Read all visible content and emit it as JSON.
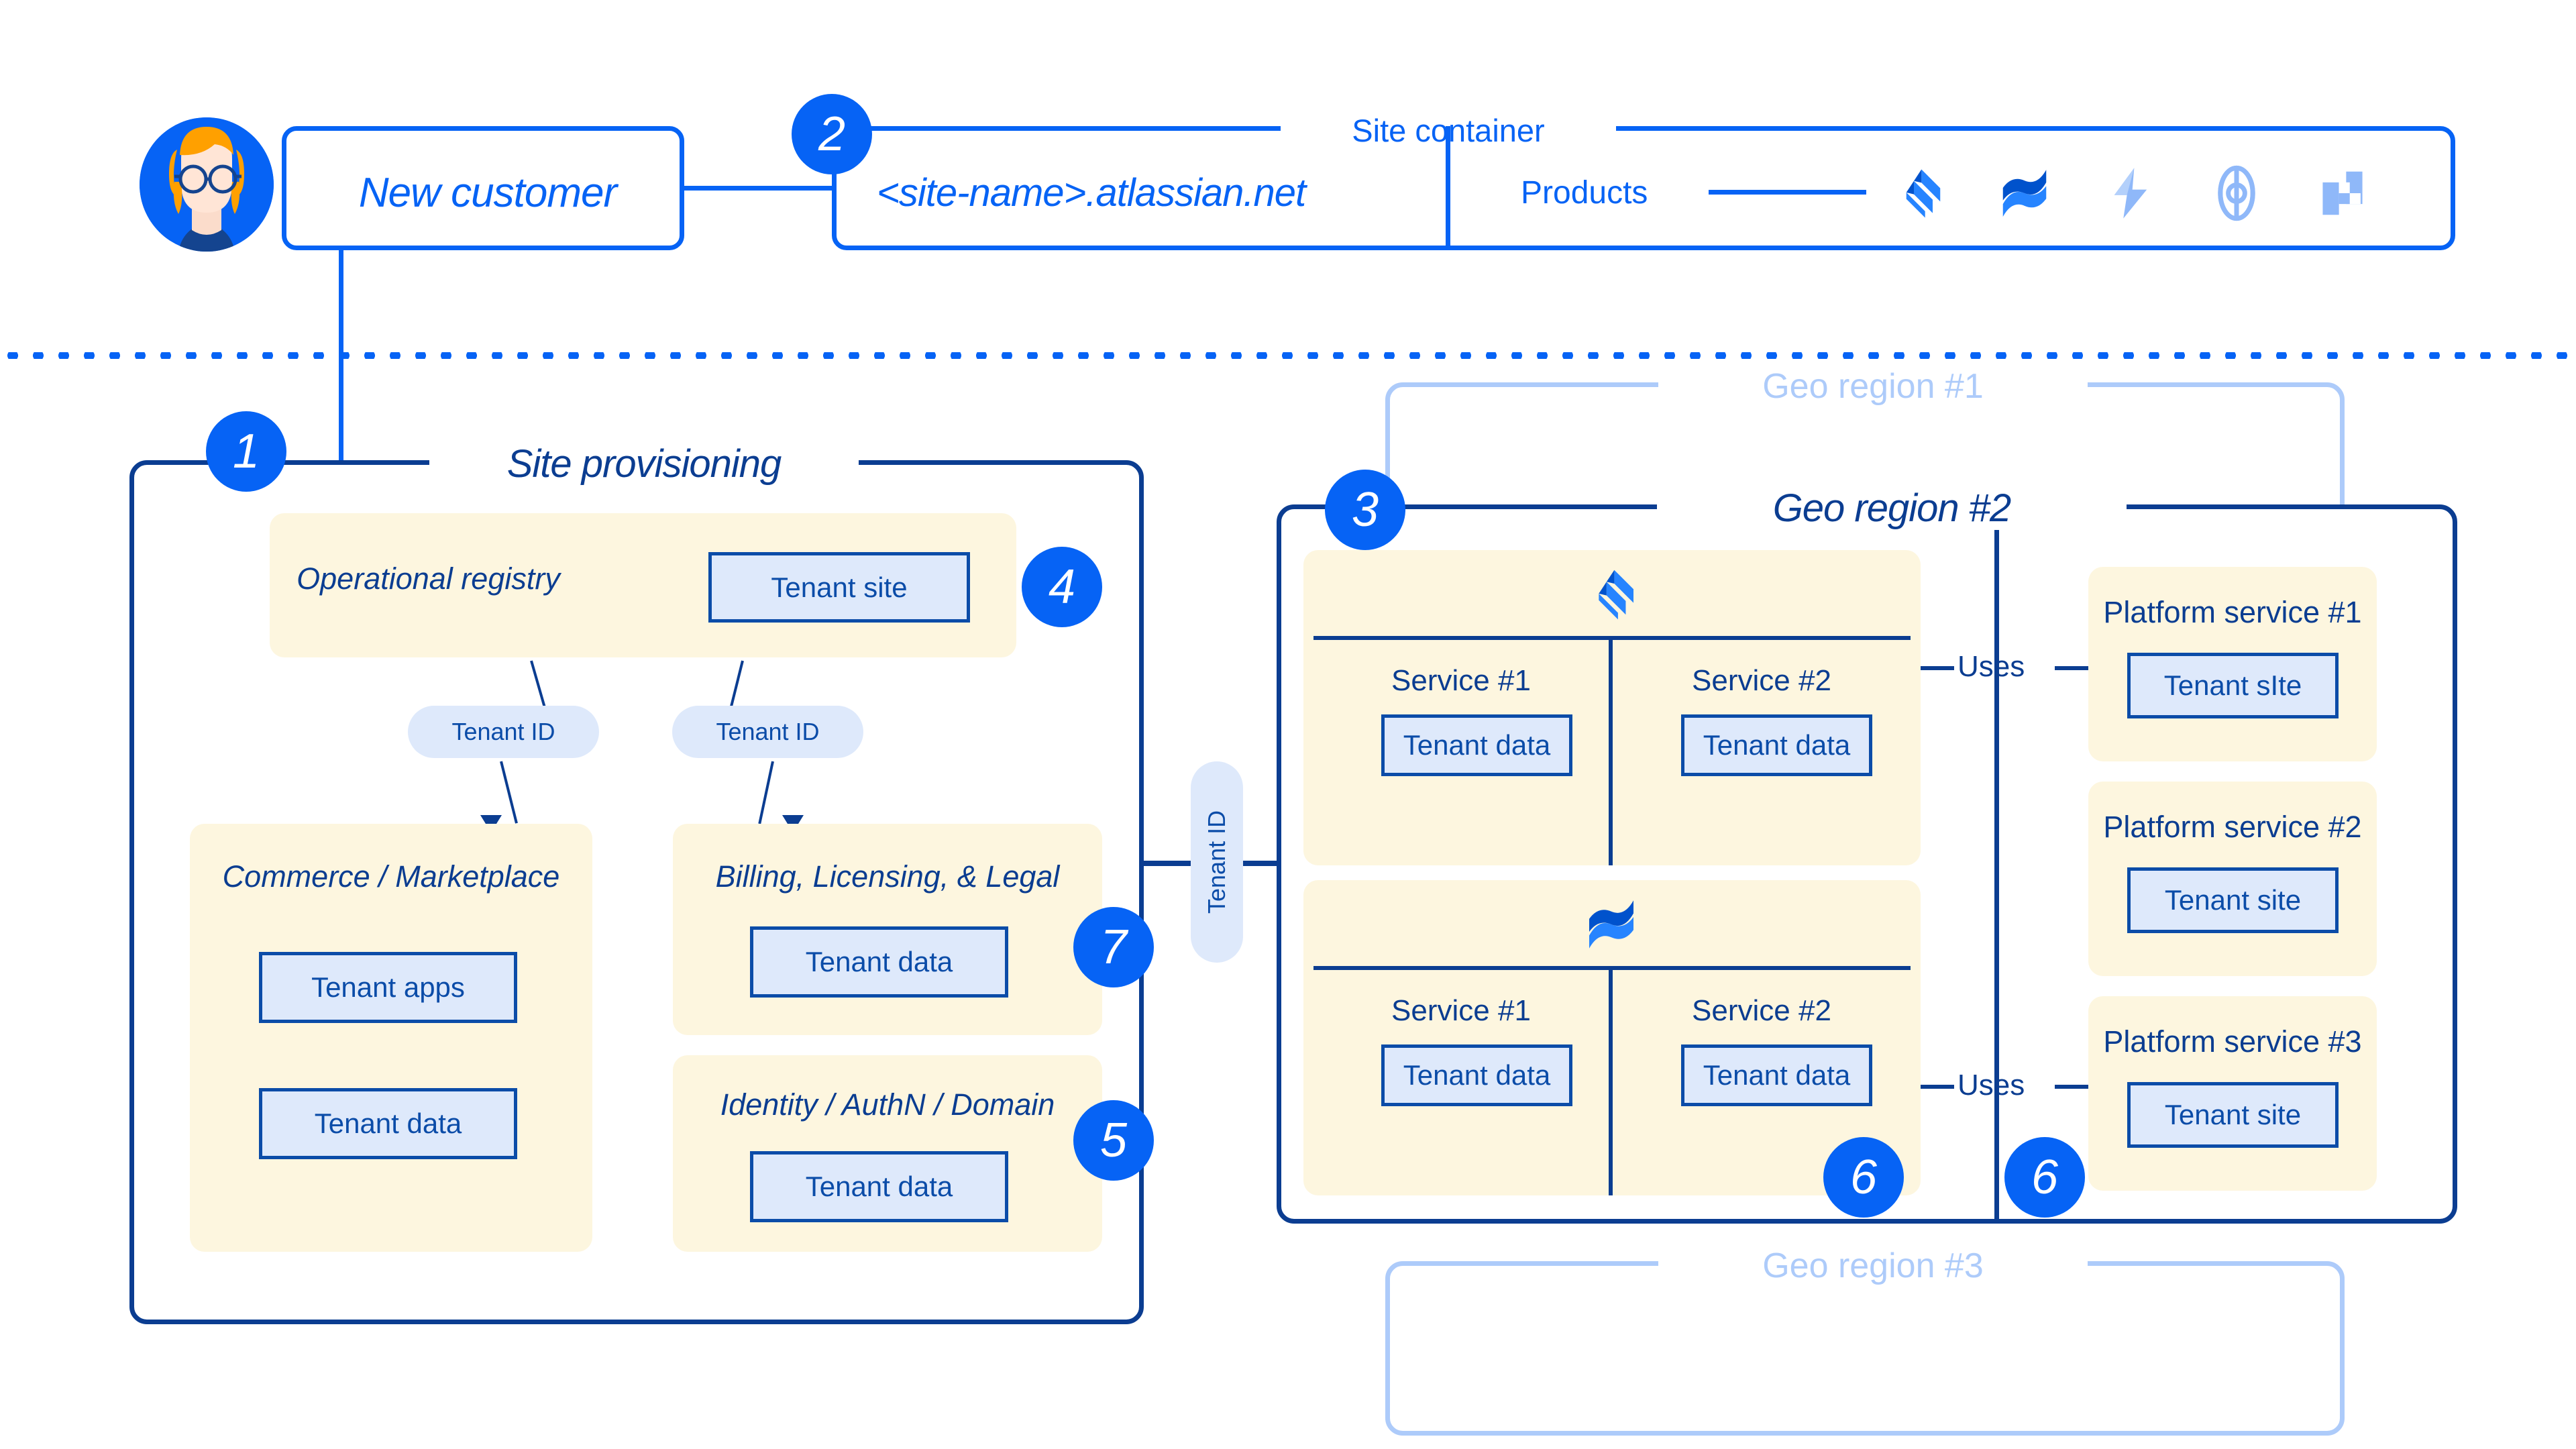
{
  "top": {
    "customer_label": "New customer",
    "site_name": "<site-name>.atlassian.net",
    "site_container_label": "Site container",
    "products_label": "Products",
    "product_icons": [
      "jira-icon",
      "confluence-icon",
      "jira-service-management-icon",
      "atlassian-compass-icon",
      "bitbucket-icon"
    ]
  },
  "badges": {
    "one": "1",
    "two": "2",
    "three": "3",
    "four": "4",
    "five": "5",
    "six_a": "6",
    "six_b": "6",
    "seven": "7"
  },
  "provisioning": {
    "title": "Site provisioning",
    "registry": {
      "title": "Operational registry",
      "tenant_site": "Tenant site"
    },
    "tenant_id_left": "Tenant ID",
    "tenant_id_right": "Tenant ID",
    "commerce": {
      "title": "Commerce / Marketplace",
      "tenant_apps": "Tenant apps",
      "tenant_data": "Tenant data"
    },
    "billing": {
      "title": "Billing, Licensing, & Legal",
      "tenant_data": "Tenant data"
    },
    "identity": {
      "title": "Identity / AuthN / Domain",
      "tenant_data": "Tenant data"
    }
  },
  "connector": {
    "tenant_id": "Tenant ID"
  },
  "regions": {
    "ghost_top": "Geo region #1",
    "active": "Geo region #2",
    "ghost_bottom": "Geo region #3",
    "products": [
      {
        "icon": "jira-icon",
        "services": [
          {
            "name": "Service #1",
            "tenant_data": "Tenant data"
          },
          {
            "name": "Service #2",
            "tenant_data": "Tenant data"
          }
        ]
      },
      {
        "icon": "confluence-icon",
        "services": [
          {
            "name": "Service #1",
            "tenant_data": "Tenant data"
          },
          {
            "name": "Service #2",
            "tenant_data": "Tenant data"
          }
        ]
      }
    ],
    "uses_label_top": "Uses",
    "uses_label_bottom": "Uses",
    "platform_services": [
      {
        "title": "Platform service #1",
        "tenant": "Tenant sIte"
      },
      {
        "title": "Platform service #2",
        "tenant": "Tenant site"
      },
      {
        "title": "Platform service #3",
        "tenant": "Tenant site"
      }
    ]
  },
  "colors": {
    "brand_blue": "#0663F5",
    "deep_blue": "#0B3D91",
    "text_blue": "#0B4CA8",
    "cream": "#FDF6DF",
    "tenant_fill": "#DEE9FB",
    "ghost_blue": "#ADCBFA"
  }
}
